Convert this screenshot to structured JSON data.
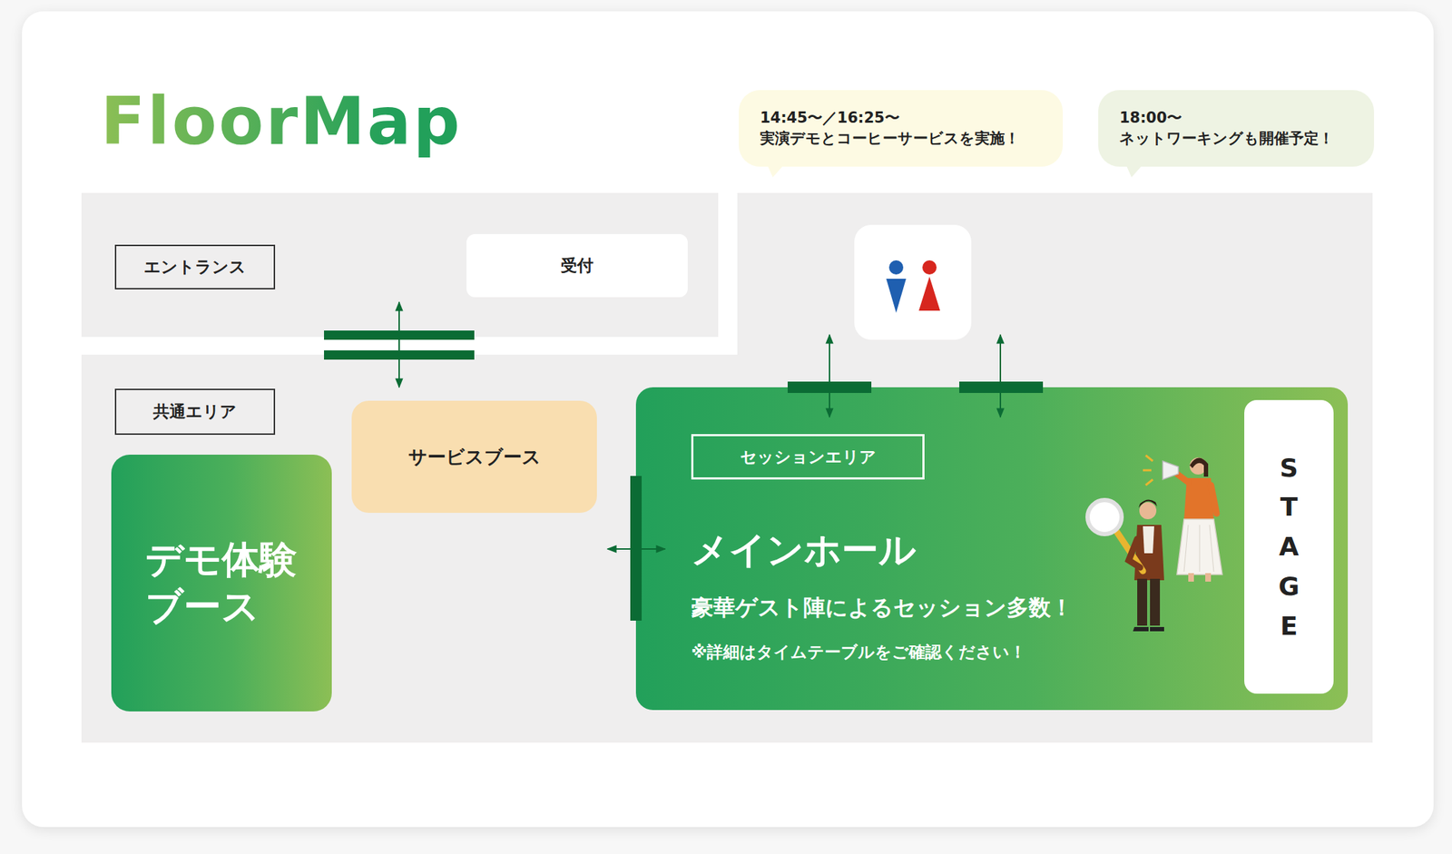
{
  "diagram": {
    "title": "FloorMap",
    "nodes": [
      {
        "text": [
          "14:45〜／16:25〜",
          "実演デモとコーヒーサービスを実施！"
        ]
      },
      {
        "text": [
          "18:00〜",
          "ネットワーキングも開催予定！"
        ]
      },
      {
        "text": [
          "エントランス"
        ]
      },
      {
        "text": [
          "受付"
        ]
      },
      {
        "text": [
          "共通エリア"
        ]
      },
      {
        "text": [
          "サービスブース"
        ]
      },
      {
        "text": [
          "デモ体験 ブース"
        ]
      },
      {
        "text": [
          "メインホール",
          "豪華ゲスト陣によるセッション多数！",
          "※詳細はタイムテーブルをご確認ください！"
        ]
      },
      {
        "text": [
          "セッションエリア"
        ],
        "in": 7
      },
      {
        "text": [
          "STAGE"
        ],
        "in": 7
      }
    ]
  }
}
